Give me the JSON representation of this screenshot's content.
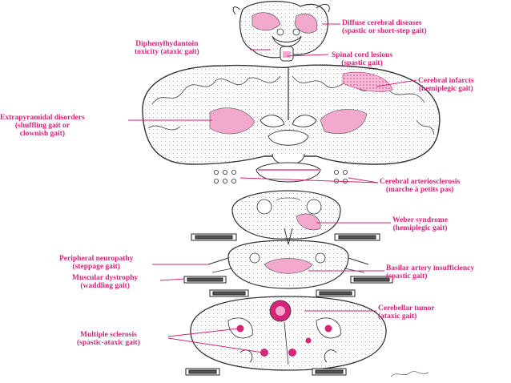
{
  "colors": {
    "accent": "#d6247a",
    "lesion": "#f2a9cc",
    "ink": "#333333"
  },
  "labels": {
    "diffuse_cerebral": {
      "line1": "Diffuse cerebral diseases",
      "line2": "(spastic or short-step gait)"
    },
    "diphenylhydantoin": {
      "line1": "Diphenylhydantoin",
      "line2": "toxicity (ataxic gait)"
    },
    "spinal_cord": {
      "line1": "Spinal cord lesions",
      "line2": "(spastic gait)"
    },
    "cerebral_infarcts": {
      "line1": "Cerebral infarcts",
      "line2": "(hemiplegic gait)"
    },
    "extrapyramidal": {
      "line1": "Extrapyramidal disorders",
      "line2": "(shuffling gait or",
      "line3": "clownish gait)"
    },
    "arteriosclerosis": {
      "line1": "Cerebral arteriosclerosis",
      "line2": "(marche à petits pas)"
    },
    "weber": {
      "line1": "Weber syndrome",
      "line2": "(hemiplegic gait)"
    },
    "peripheral_neuropathy": {
      "line1": "Peripheral neuropathy",
      "line2": "(steppage gait)"
    },
    "basilar_artery": {
      "line1": "Basilar artery insufficiency",
      "line2": "(spastic gait)"
    },
    "muscular_dystrophy": {
      "line1": "Muscular dystrophy",
      "line2": "(waddling gait)"
    },
    "cerebellar_tumor": {
      "line1": "Cerebellar tumor",
      "line2": "(ataxic gait)"
    },
    "multiple_sclerosis": {
      "line1": "Multiple sclerosis",
      "line2": "(spastic-ataxic gait)"
    }
  }
}
